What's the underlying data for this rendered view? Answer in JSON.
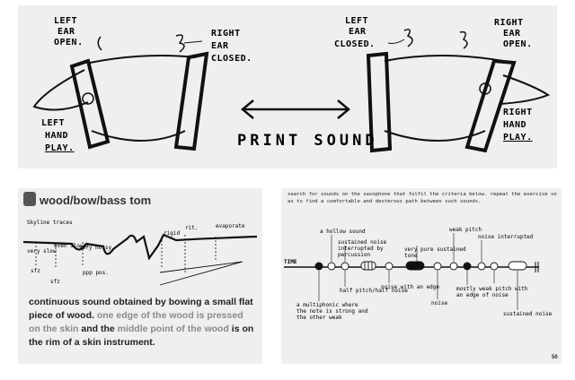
{
  "top": {
    "left_ear_open": [
      "LEFT",
      "EAR",
      "OPEN."
    ],
    "right_ear_closed": [
      "RIGHT",
      "EAR",
      "CLOSED."
    ],
    "left_hand_play": [
      "LEFT",
      "HAND",
      "PLAY."
    ],
    "left_ear_closed": [
      "LEFT",
      "EAR",
      "CLOSED."
    ],
    "right_ear_open": [
      "RIGHT",
      "EAR",
      "OPEN."
    ],
    "right_hand_play": [
      "RIGHT",
      "HAND",
      "PLAY."
    ],
    "center_label": "PRINT SOUND"
  },
  "card": {
    "title": "wood/bow/bass tom",
    "notation_labels": {
      "skyline": "Skyline traces",
      "very_slow": "very slow",
      "even_slower": "even slower",
      "very_noisy": "very noisy",
      "rigid": "rigid",
      "rit": "rit.",
      "evaporate": "evaporate",
      "sfz1": "sfz",
      "sfz2": "sfz",
      "ppp": "ppp pos."
    },
    "desc_a": "continuous sound obtained by bowing a small flat piece of wood.",
    "desc_b": "one edge of the wood is pressed on the skin",
    "desc_c": "and the",
    "desc_d": "middle point of the wood",
    "desc_e": "is on the rim of a skin instrument."
  },
  "timeline": {
    "instruction": "search for sounds on the saxophone that fulfil the criteria below. repeat the exercise so as to find a comfortable and dexterous path between such sounds.",
    "time_label": "TIME",
    "labels": {
      "hollow": "a hollow sound",
      "sustained_noise_interrupted": "sustained noise interrupted by percussion",
      "pure_sustained": "very pure sustained tone",
      "weak_pitch": "weak pitch",
      "noise_interrupted": "noise interrupted",
      "multiphonic": "a multiphonic where the note is strong and the other weak",
      "half_pitch": "half pitch/half noise",
      "noise_with_edge": "noise with an edge",
      "noise": "noise",
      "mostly_weak": "mostly weak pitch with an edge of noise",
      "sustained_noise": "sustained noise"
    }
  },
  "page_number": "50"
}
